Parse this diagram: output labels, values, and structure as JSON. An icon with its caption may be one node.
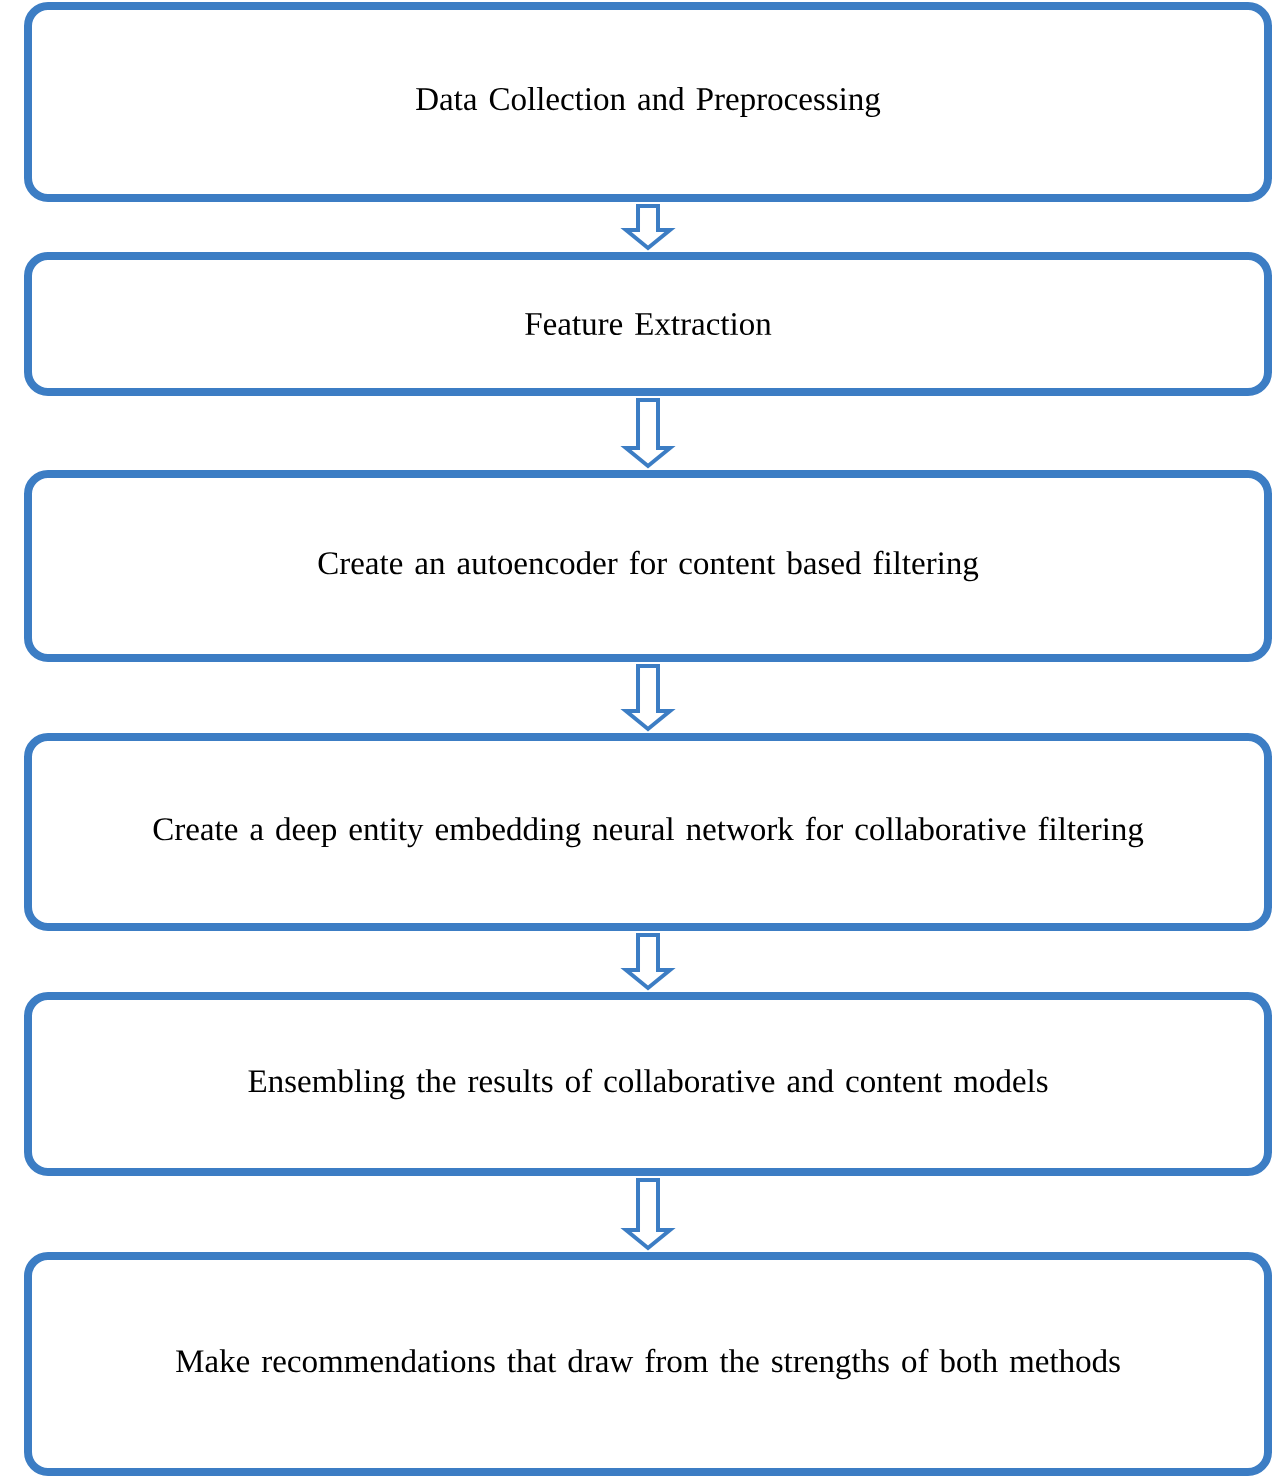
{
  "diagram": {
    "nodes": [
      {
        "text": [
          "Data Collection and Preprocessing"
        ]
      },
      {
        "text": [
          "Feature Extraction"
        ]
      },
      {
        "text": [
          "Create an autoencoder for content based filtering"
        ]
      },
      {
        "text": [
          "Create a deep entity embedding neural network for collaborative filtering"
        ]
      },
      {
        "text": [
          "Ensembling the results of collaborative and content models"
        ]
      },
      {
        "text": [
          "Make recommendations that draw from the strengths of both methods"
        ]
      }
    ],
    "edges": [
      {
        "from": 0,
        "to": 1,
        "arrow": "to"
      },
      {
        "from": 1,
        "to": 2,
        "arrow": "to"
      },
      {
        "from": 2,
        "to": 3,
        "arrow": "to"
      },
      {
        "from": 3,
        "to": 4,
        "arrow": "to"
      },
      {
        "from": 4,
        "to": 5,
        "arrow": "to"
      }
    ]
  }
}
